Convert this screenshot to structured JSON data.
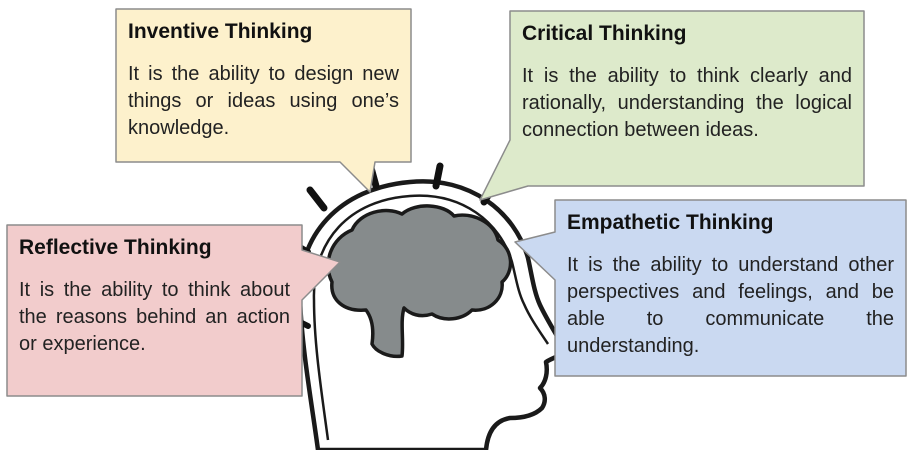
{
  "colors": {
    "inventive_fill": "#fdf1cc",
    "critical_fill": "#ddeacb",
    "empathetic_fill": "#cad9f1",
    "reflective_fill": "#f2cccc",
    "box_stroke": "#8c8c8c",
    "brain_fill": "#868b8c",
    "head_stroke": "#1a1a1a"
  },
  "icons": {
    "head": "head-outline-icon",
    "brain": "brain-icon"
  },
  "boxes": {
    "inventive": {
      "title": "Inventive Thinking",
      "text": "It is the ability to design new things or ideas using one’s knowledge."
    },
    "critical": {
      "title": "Critical Thinking",
      "text": "It is the ability to think clearly and rationally, understanding the logical connection between ideas."
    },
    "empathetic": {
      "title": "Empathetic Thinking",
      "text": "It is the ability to understand other perspectives and feelings, and be able to communicate the understanding."
    },
    "reflective": {
      "title": "Reflective Thinking",
      "text": "It is the ability to think about the reasons behind an action or experience."
    }
  }
}
